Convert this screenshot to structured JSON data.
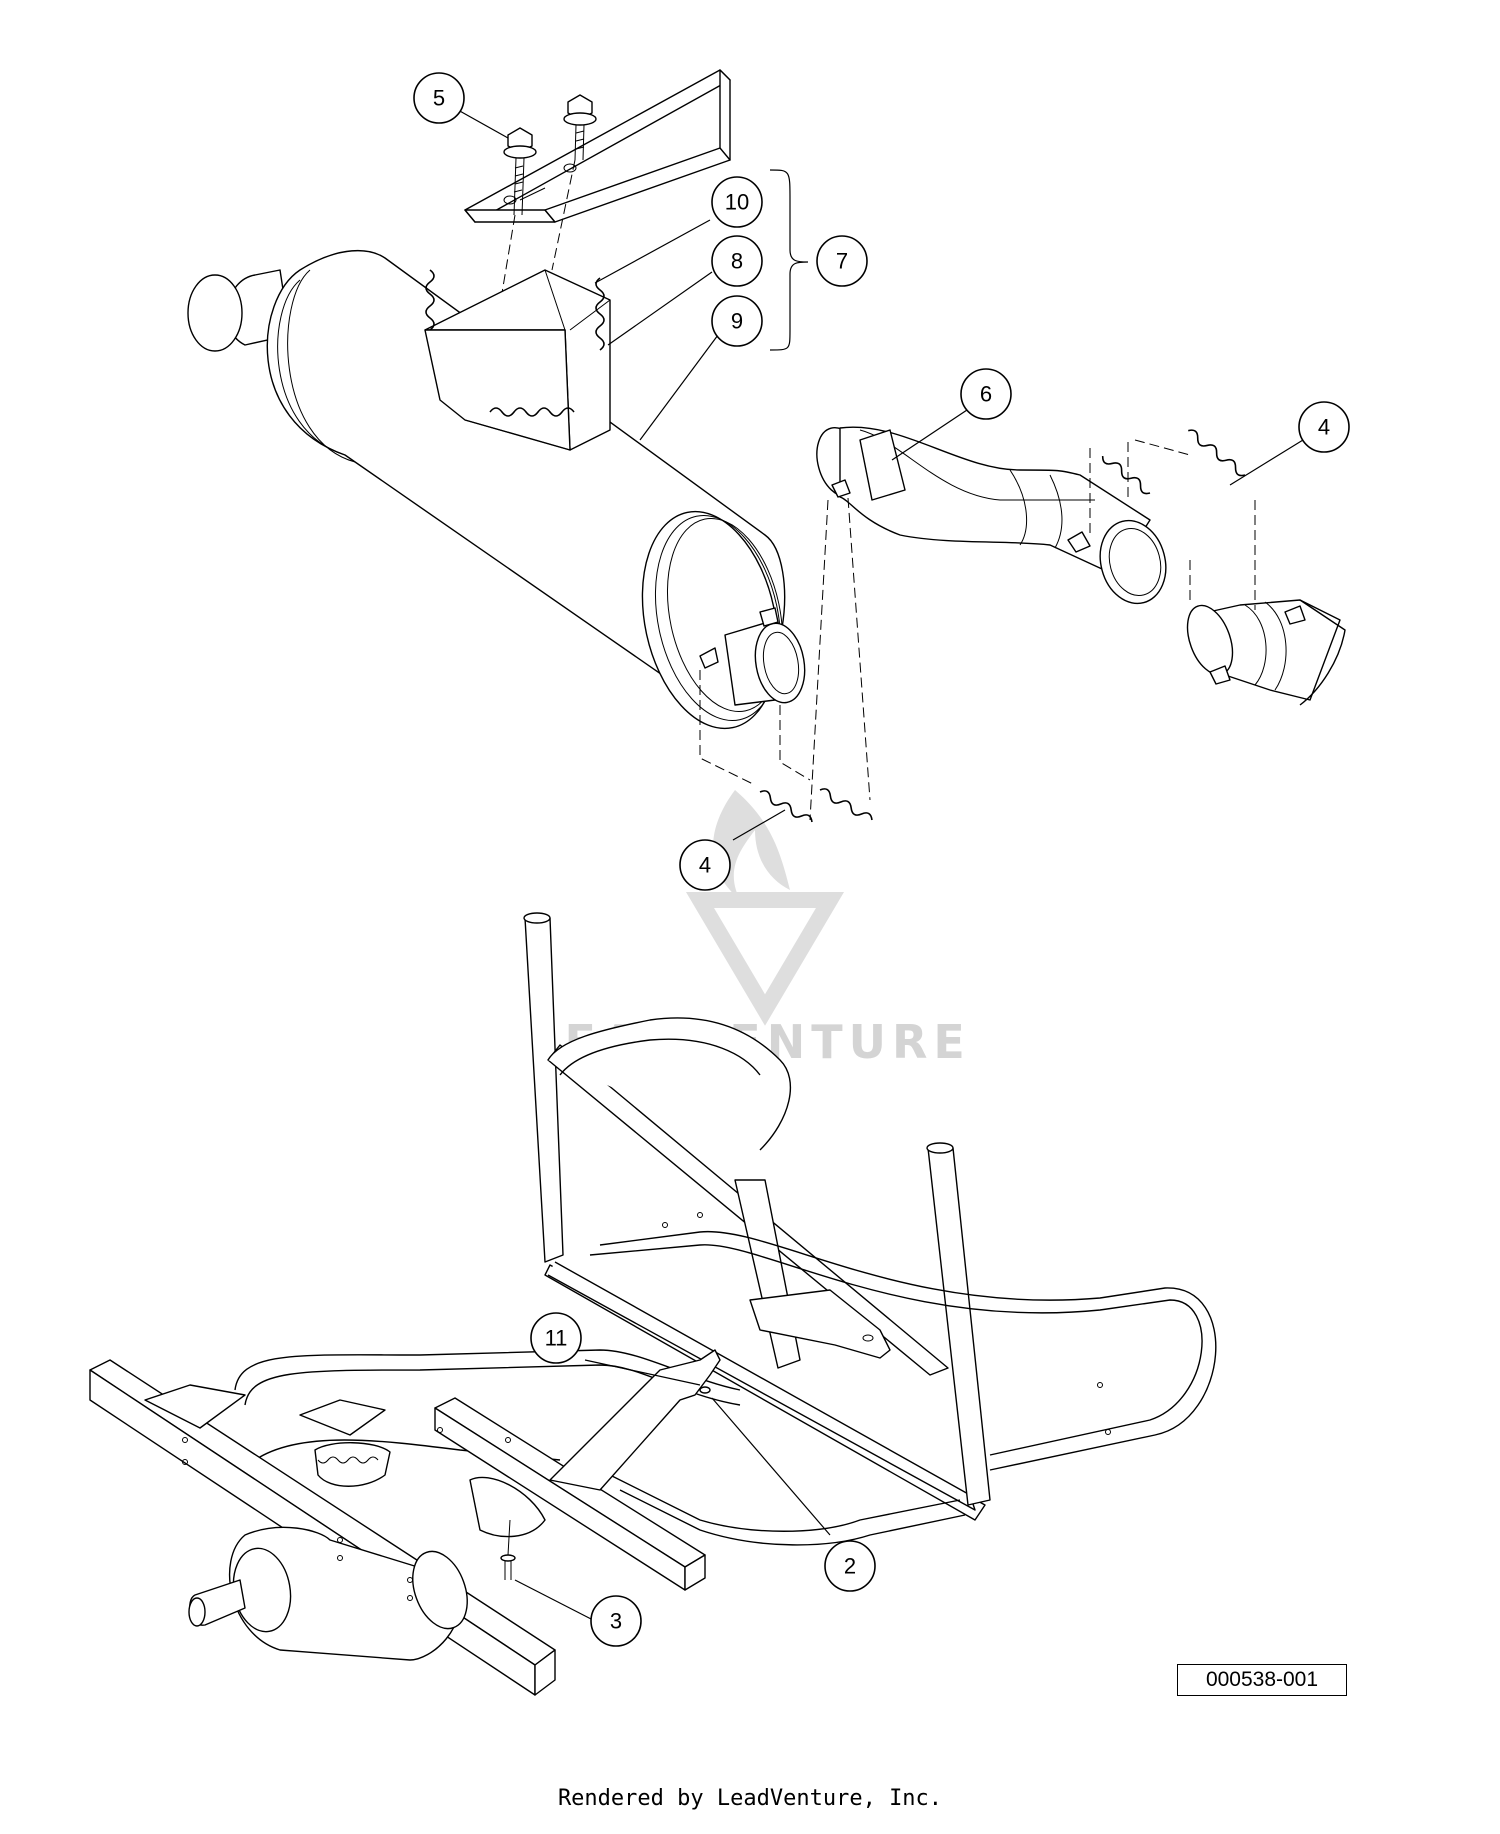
{
  "diagram": {
    "document_number": "000538-001",
    "footer_text": "Rendered by LeadVenture, Inc.",
    "watermark_text": "LEADVENTURE",
    "callouts": [
      {
        "id": "c5",
        "label": "5"
      },
      {
        "id": "c10",
        "label": "10"
      },
      {
        "id": "c8",
        "label": "8"
      },
      {
        "id": "c9",
        "label": "9"
      },
      {
        "id": "c7",
        "label": "7"
      },
      {
        "id": "c6",
        "label": "6"
      },
      {
        "id": "c4a",
        "label": "4"
      },
      {
        "id": "c4b",
        "label": "4"
      },
      {
        "id": "c11",
        "label": "11"
      },
      {
        "id": "c2",
        "label": "2"
      },
      {
        "id": "c3",
        "label": "3"
      }
    ]
  }
}
